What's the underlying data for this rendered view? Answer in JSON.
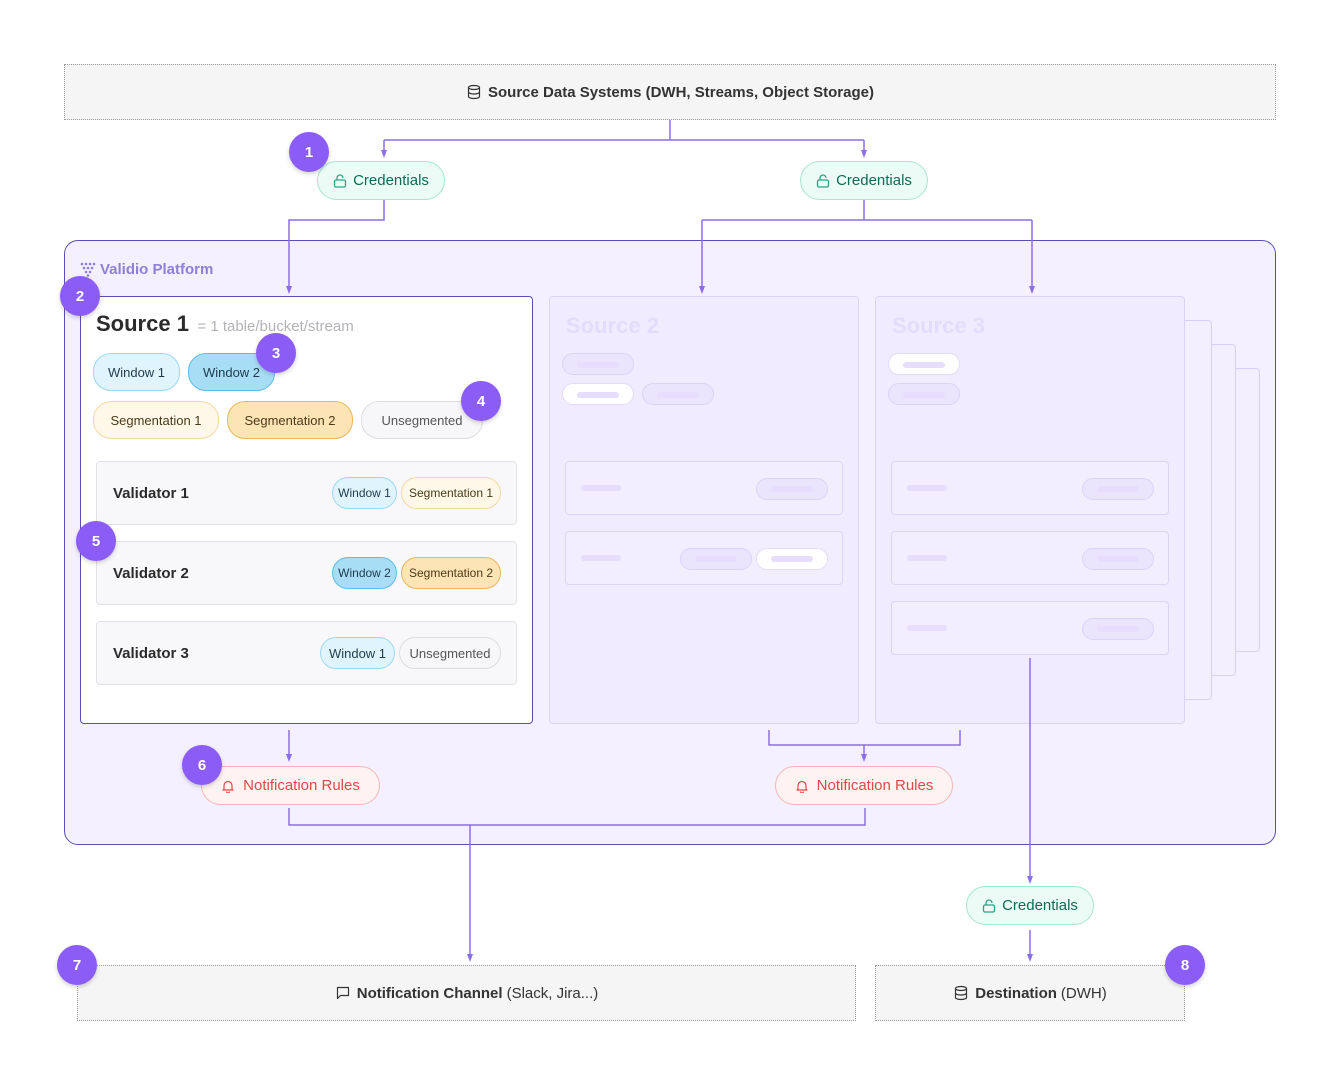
{
  "source_systems": {
    "title": "Source Data Systems (DWH, Streams, Object Storage)",
    "icon": "database-icon"
  },
  "credentials": {
    "label": "Credentials",
    "icon": "unlock-icon"
  },
  "platform": {
    "label": "Validio Platform",
    "icon": "validio-logo-icon"
  },
  "source1": {
    "title": "Source 1",
    "subtitle": "= 1 table/bucket/stream",
    "windows": [
      "Window 1",
      "Window 2"
    ],
    "segmentations": [
      "Segmentation 1",
      "Segmentation 2",
      "Unsegmented"
    ],
    "validators": [
      {
        "name": "Validator 1",
        "window": "Window 1",
        "segmentation": "Segmentation 1"
      },
      {
        "name": "Validator 2",
        "window": "Window 2",
        "segmentation": "Segmentation 2"
      },
      {
        "name": "Validator 3",
        "window": "Window 1",
        "segmentation": "Unsegmented"
      }
    ]
  },
  "source2": {
    "title": "Source 2"
  },
  "source3": {
    "title": "Source 3"
  },
  "notification_rules": {
    "label": "Notification Rules",
    "icon": "bell-icon"
  },
  "notification_channel": {
    "title": "Notification Channel",
    "detail": "(Slack, Jira...)",
    "icon": "chat-icon"
  },
  "destination": {
    "title": "Destination",
    "detail": "(DWH)",
    "icon": "database-icon"
  },
  "badges": [
    "1",
    "2",
    "3",
    "4",
    "5",
    "6",
    "7",
    "8"
  ],
  "colors": {
    "accent": "#8b5cf6",
    "connector": "#8b6ee8",
    "platform_border": "#5a4fb0",
    "credentials": "#0f6b55",
    "notification": "#e2474a"
  }
}
